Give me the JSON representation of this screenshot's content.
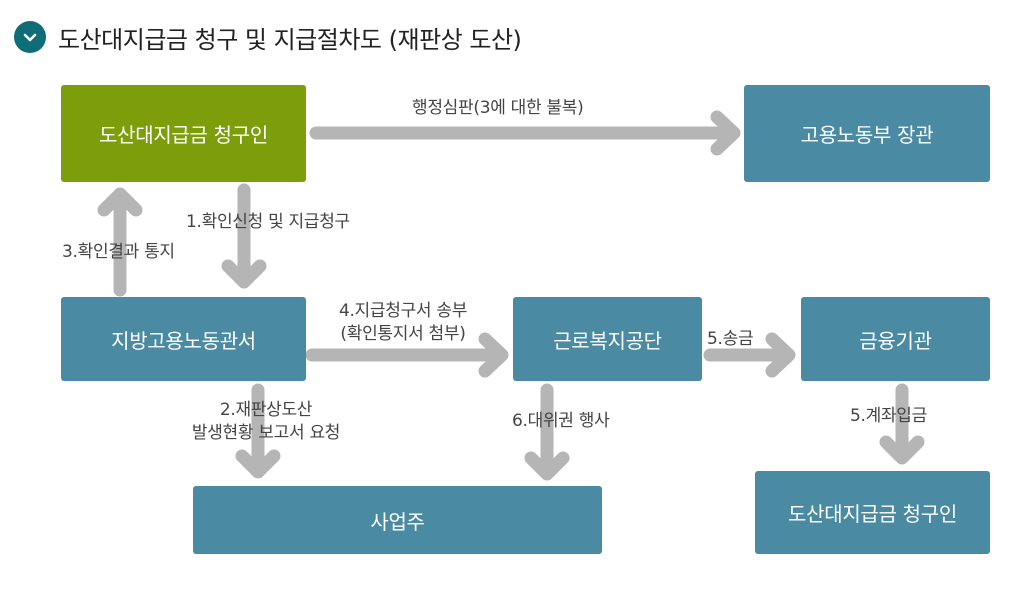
{
  "header": {
    "title": "도산대지급금 청구 및 지급절차도 (재판상 도산)",
    "toggle_icon": "chevron-down-icon"
  },
  "colors": {
    "accent_teal": "#0f6d78",
    "box_blue": "#4a8aa2",
    "box_green": "#7b9e0a",
    "arrow_gray": "#b5b5b5"
  },
  "nodes": {
    "claimant_top": "도산대지급금 청구인",
    "minister": "고용노동부 장관",
    "regional_office": "지방고용노동관서",
    "welfare_service": "근로복지공단",
    "financial_institution": "금융기관",
    "employer": "사업주",
    "claimant_bottom": "도산대지급금 청구인"
  },
  "edges": {
    "admin_appeal": "행정심판(3에 대한 불복)",
    "confirm_request": "1.확인신청 및 지급청구",
    "confirm_result": "3.확인결과 통지",
    "report_request_line1": "2.재판상도산",
    "report_request_line2": "발생현황 보고서 요청",
    "payment_request_line1": "4.지급청구서 송부",
    "payment_request_line2": "(확인통지서 첨부)",
    "subrogation": "6.대위권 행사",
    "remittance": "5.송금",
    "account_deposit": "5.계좌입금"
  }
}
